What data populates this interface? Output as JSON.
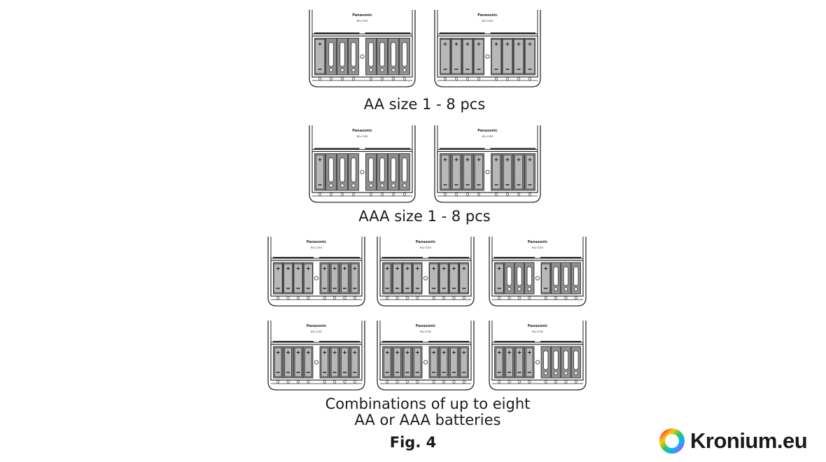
{
  "brand_label": "Panasonic",
  "model_label": "BQ-CC63",
  "captions": {
    "aa": "AA size 1 - 8 pcs",
    "aaa": "AAA size 1 - 8 pcs",
    "combo_line1": "Combinations of up to eight",
    "combo_line2": "AA or AAA batteries"
  },
  "figure_label": "Fig. 4",
  "watermark": {
    "text": "Kronium.eu",
    "icon": "ring-logo-icon"
  },
  "chargers": [
    {
      "group": "aa",
      "slots": [
        "AA",
        "empty",
        "empty",
        "empty",
        "empty",
        "empty",
        "empty",
        "empty"
      ]
    },
    {
      "group": "aa",
      "slots": [
        "AA",
        "AA",
        "AA",
        "AA",
        "AA",
        "AA",
        "AA",
        "AA"
      ]
    },
    {
      "group": "aaa",
      "slots": [
        "AAA",
        "empty",
        "empty",
        "empty",
        "empty",
        "empty",
        "empty",
        "empty"
      ]
    },
    {
      "group": "aaa",
      "slots": [
        "AAA",
        "AAA",
        "AAA",
        "AAA",
        "AAA",
        "AAA",
        "AAA",
        "AAA"
      ]
    },
    {
      "group": "combo",
      "slots": [
        "AA",
        "AA",
        "AA",
        "AA",
        "AAA",
        "AAA",
        "AAA",
        "AAA"
      ]
    },
    {
      "group": "combo",
      "slots": [
        "AAA",
        "AA",
        "AA",
        "AA",
        "AA",
        "AA",
        "AA",
        "AA"
      ]
    },
    {
      "group": "combo",
      "slots": [
        "AA",
        "empty",
        "empty",
        "empty",
        "AA",
        "empty",
        "empty",
        "empty"
      ]
    },
    {
      "group": "combo",
      "slots": [
        "AAA",
        "AAA",
        "AAA",
        "AAA",
        "AAA",
        "AAA",
        "AAA",
        "AAA"
      ]
    },
    {
      "group": "combo",
      "slots": [
        "AAA",
        "AAA",
        "AAA",
        "AAA",
        "AAA",
        "AAA",
        "AAA",
        "AAA"
      ]
    },
    {
      "group": "combo",
      "slots": [
        "AAA",
        "AAA",
        "AAA",
        "AAA",
        "empty",
        "empty",
        "empty",
        "empty"
      ]
    }
  ],
  "colors": {
    "line": "#2a2a2a",
    "slot_fill": "#8f8f8f",
    "battery_fill": "#b8b8b8"
  }
}
